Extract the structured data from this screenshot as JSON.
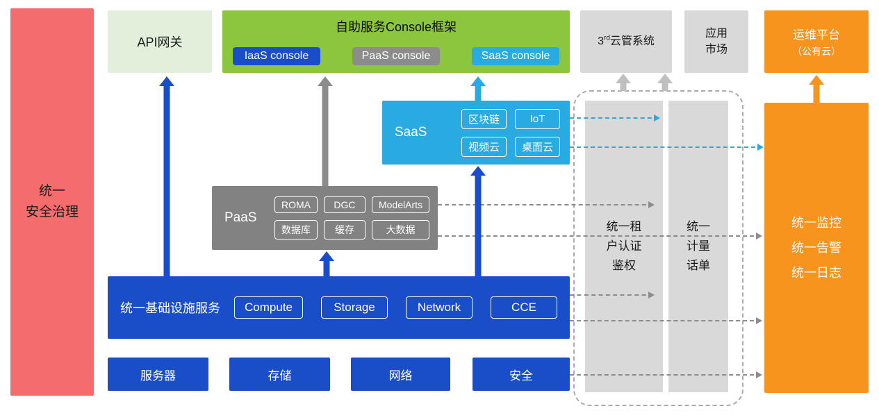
{
  "colors": {
    "red": "#F56C6C",
    "light_green": "#E2EFDA",
    "green": "#8CC63F",
    "blue": "#1A4EC8",
    "cyan": "#29ABE2",
    "gray": "#8C8C8C",
    "light_gray": "#D9D9D9",
    "orange": "#F7941E"
  },
  "security_bar": {
    "label": "统一\n安全治理"
  },
  "top": {
    "api_gateway": "API网关",
    "console": {
      "title": "自助服务Console框架",
      "buttons": [
        "IaaS console",
        "PaaS console",
        "SaaS console"
      ]
    },
    "third_party": {
      "num": "3",
      "sup": "rd",
      "rest": "云管系统"
    },
    "app_market": "应用\n市场",
    "ops_platform": {
      "line1": "运维平台",
      "line2": "（公有云）"
    }
  },
  "saas": {
    "label": "SaaS",
    "chips": [
      "区块链",
      "IoT",
      "视频云",
      "桌面云"
    ]
  },
  "paas": {
    "label": "PaaS",
    "chips": [
      "ROMA",
      "DGC",
      "ModelArts",
      "数据库",
      "缓存",
      "大数据"
    ]
  },
  "infra": {
    "label": "统一基础设施服务",
    "chips": [
      "Compute",
      "Storage",
      "Network",
      "CCE"
    ]
  },
  "bottom_row": [
    "服务器",
    "存储",
    "网络",
    "安全"
  ],
  "right_panel": {
    "tenant_auth": "统一租\n户认证\n鉴权",
    "billing": "统一\n计量\n话单",
    "monitoring": "统一监控\n统一告警\n统一日志"
  }
}
